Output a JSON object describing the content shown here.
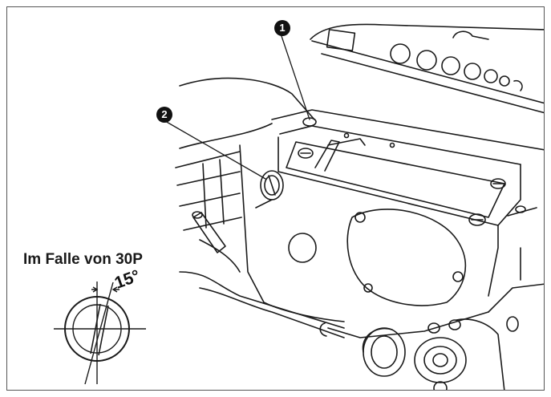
{
  "callouts": {
    "one": "1",
    "two": "2"
  },
  "detail": {
    "case_label": "Im Falle von 30P",
    "angle_label": "15°"
  },
  "colors": {
    "line": "#1a1a1a",
    "border": "#555555",
    "callout_fill": "#111111",
    "callout_text": "#ffffff"
  },
  "icons": {
    "callout": "filled-circle-number",
    "screw_detail": "slotted-screw-head-icon"
  }
}
